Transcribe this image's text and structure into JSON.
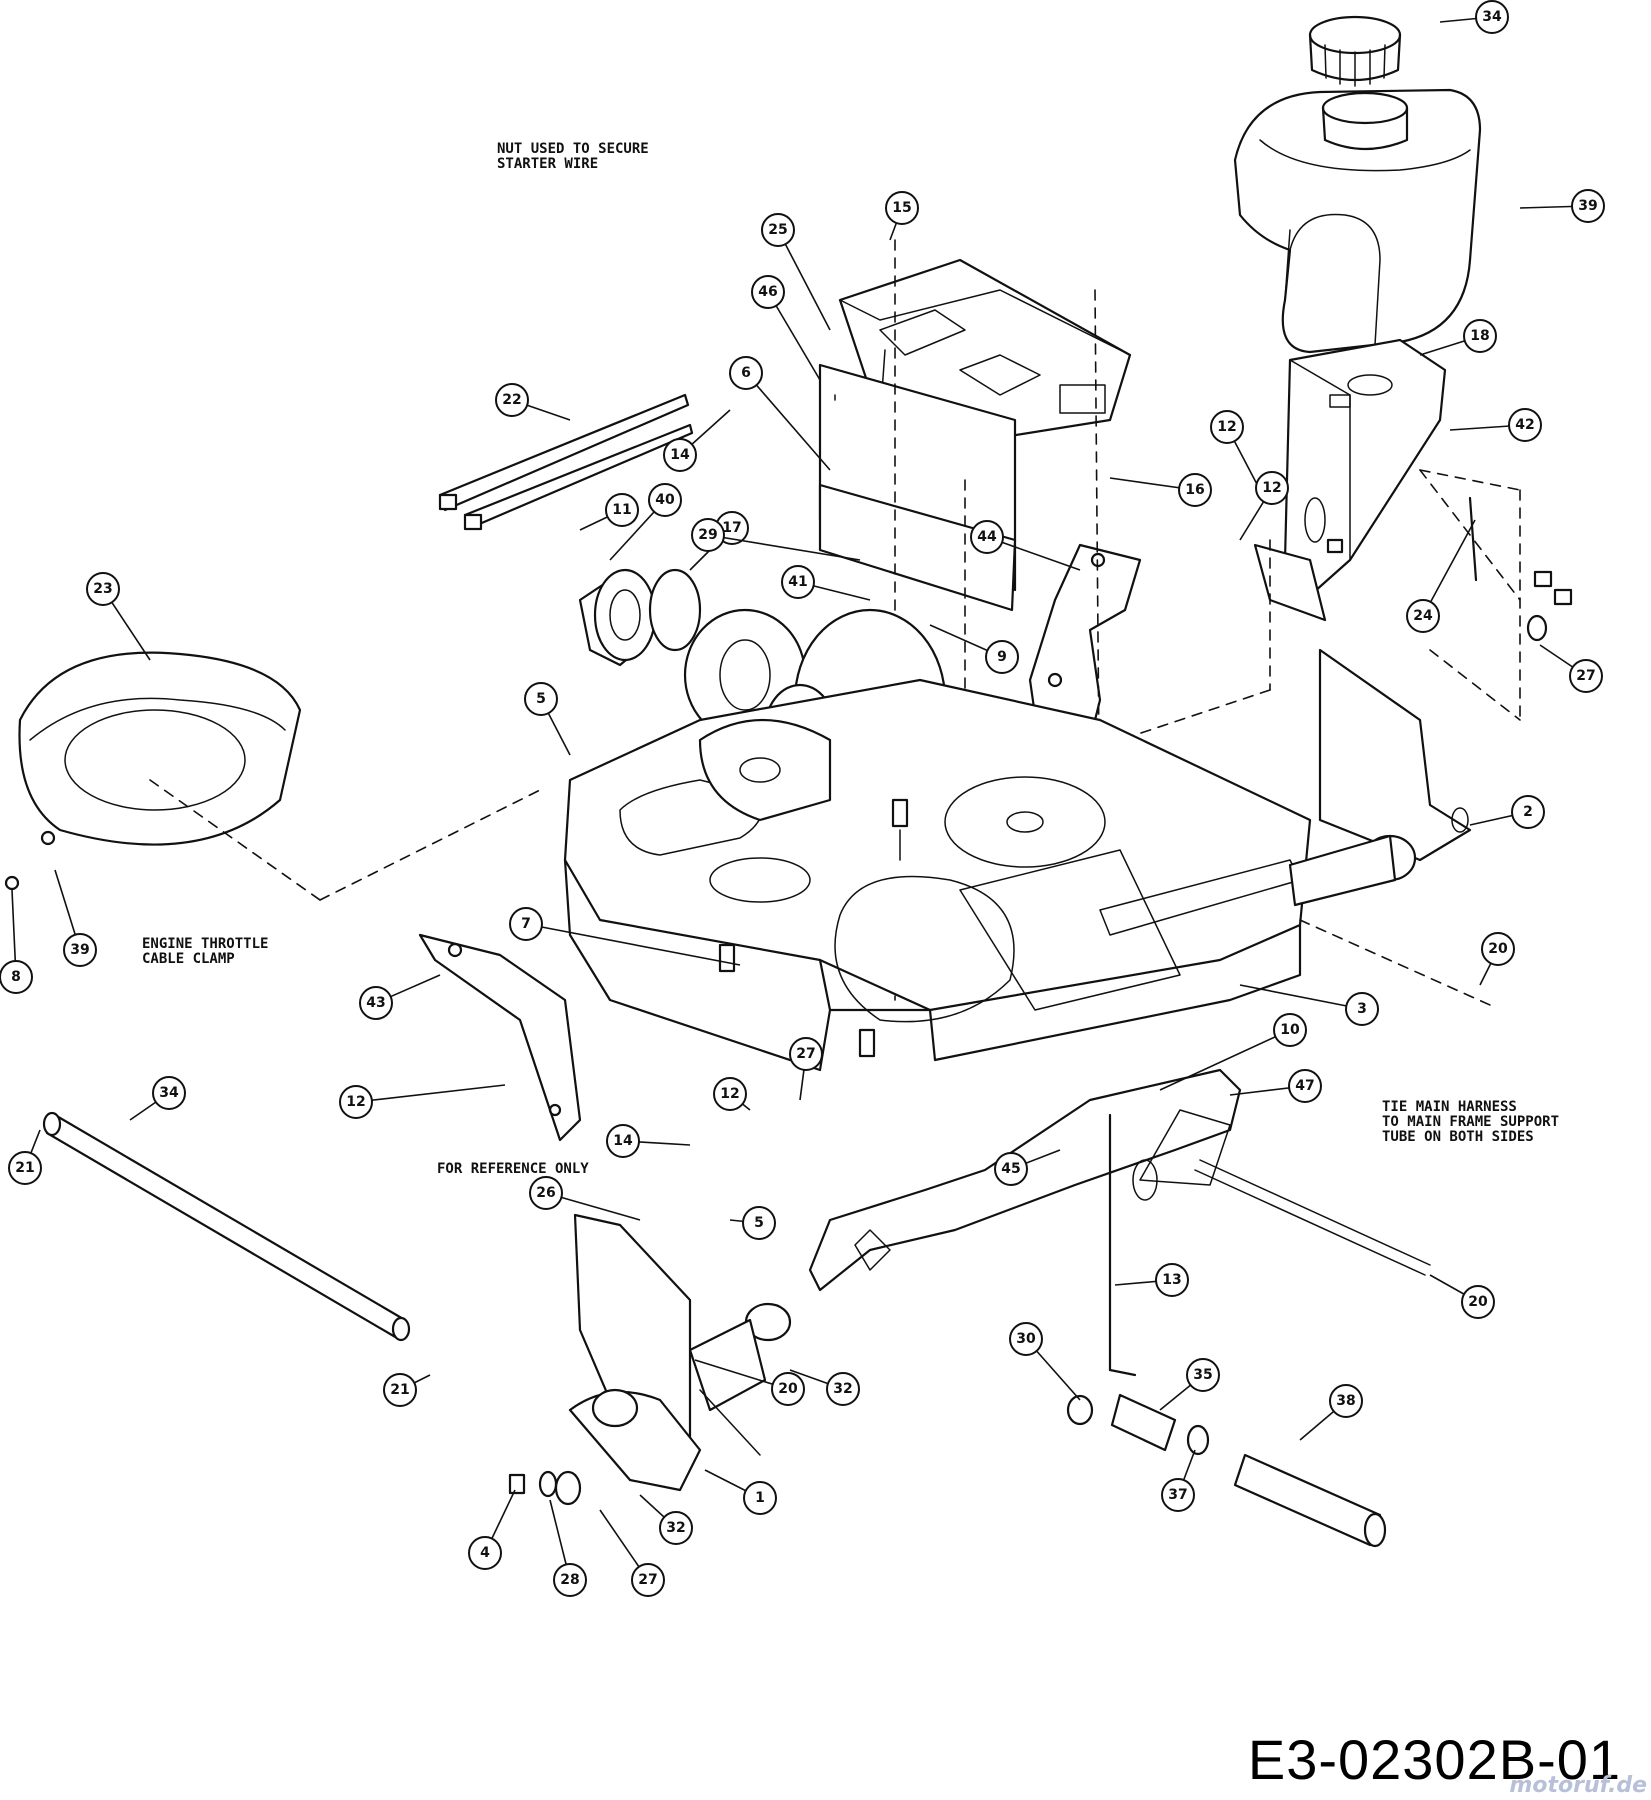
{
  "diagram": {
    "drawing_number": "E3-02302B-01",
    "watermark": "motoruf.de",
    "notes": {
      "nut": [
        "NUT USED TO SECURE",
        "STARTER WIRE"
      ],
      "throttle": [
        "ENGINE THROTTLE",
        "CABLE CLAMP"
      ],
      "harness": [
        "TIE MAIN HARNESS",
        "TO MAIN FRAME SUPPORT",
        "TUBE ON BOTH SIDES"
      ],
      "reference": "FOR REFERENCE ONLY"
    },
    "callouts": [
      "34",
      "39",
      "15",
      "25",
      "46",
      "18",
      "6",
      "22",
      "14",
      "42",
      "12",
      "16",
      "11",
      "40",
      "17",
      "29",
      "41",
      "12",
      "23",
      "44",
      "24",
      "9",
      "27",
      "5",
      "2",
      "7",
      "39",
      "8",
      "20",
      "3",
      "43",
      "10",
      "47",
      "27",
      "12",
      "12",
      "34",
      "14",
      "21",
      "45",
      "26",
      "5",
      "20",
      "13",
      "30",
      "35",
      "21",
      "20",
      "32",
      "38",
      "37",
      "1",
      "32",
      "4",
      "28",
      "27"
    ]
  }
}
